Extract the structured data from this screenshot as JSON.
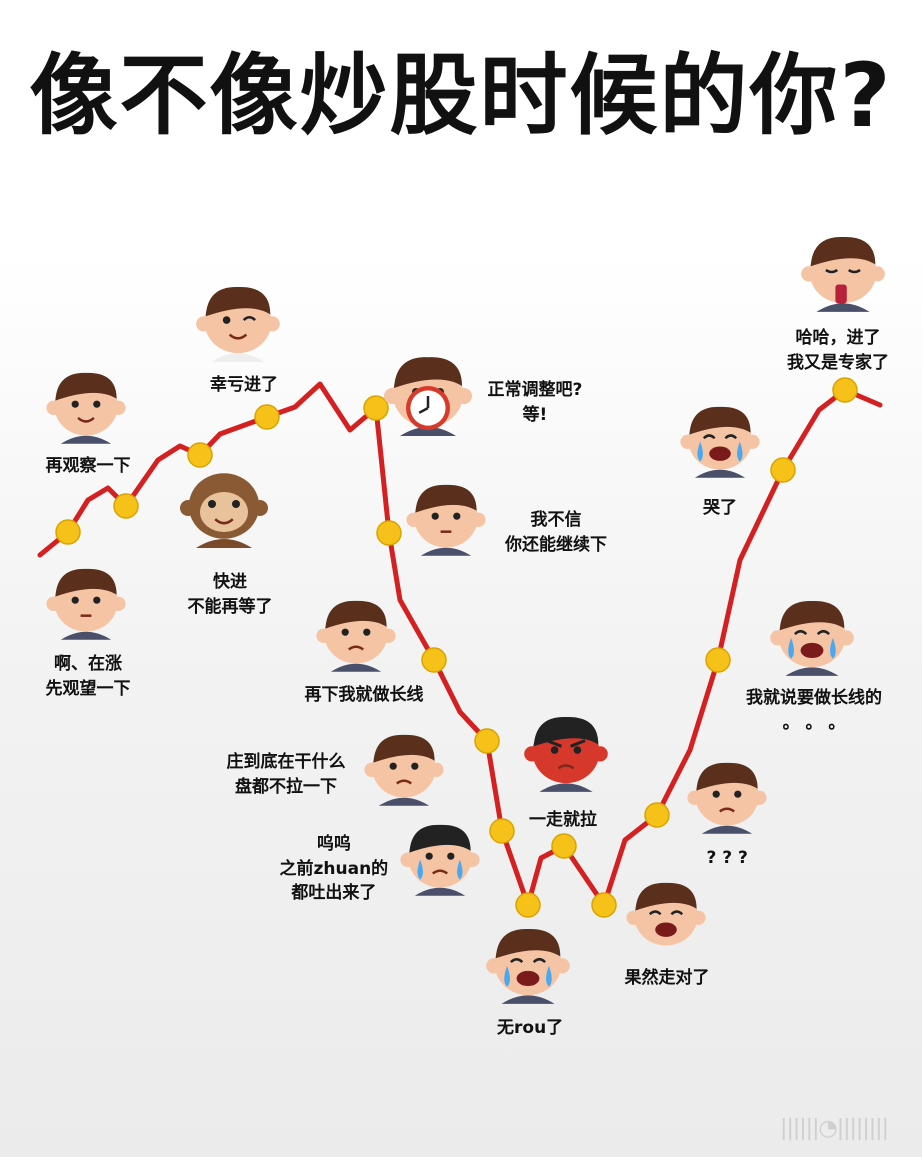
{
  "title": "像不像炒股时候的你?",
  "colors": {
    "line": "#d42020",
    "dot": "#f6c21a",
    "dot_stroke": "#d9a400",
    "skin": "#f4c4a4",
    "hair": "#5a2f1c",
    "shirt": "#4a4f6a"
  },
  "captions": [
    {
      "id": "c1",
      "lines": [
        "啊、在涨",
        "先观望一下"
      ]
    },
    {
      "id": "c2",
      "lines": [
        "再观察一下"
      ]
    },
    {
      "id": "c3",
      "lines": [
        "快进",
        "不能再等了"
      ]
    },
    {
      "id": "c4",
      "lines": [
        "幸亏进了"
      ]
    },
    {
      "id": "c5",
      "lines": [
        "正常调整吧?",
        "等!"
      ]
    },
    {
      "id": "c6",
      "lines": [
        "我不信",
        "你还能继续下"
      ]
    },
    {
      "id": "c7",
      "lines": [
        "再下我就做长线"
      ]
    },
    {
      "id": "c8",
      "lines": [
        "庄到底在干什么",
        "盘都不拉一下"
      ]
    },
    {
      "id": "c9",
      "lines": [
        "呜呜",
        "之前zhuan的",
        "都吐出来了"
      ]
    },
    {
      "id": "c10",
      "lines": [
        "一走就拉"
      ]
    },
    {
      "id": "c11",
      "lines": [
        "无rou了"
      ]
    },
    {
      "id": "c12",
      "lines": [
        "果然走对了"
      ]
    },
    {
      "id": "c13",
      "lines": [
        "? ? ?"
      ]
    },
    {
      "id": "c14",
      "lines": [
        "我就说要做长线的",
        "。 。 。"
      ]
    },
    {
      "id": "c15",
      "lines": [
        "哭了"
      ]
    },
    {
      "id": "c16",
      "lines": [
        "哈哈，进了",
        "我又是专家了"
      ]
    }
  ],
  "faces": [
    {
      "id": "f1",
      "icon": "calm-boy-face-icon",
      "mood": "neutral"
    },
    {
      "id": "f2",
      "icon": "smiling-boy-face-icon",
      "mood": "smile"
    },
    {
      "id": "f3",
      "icon": "praying-monkey-icon",
      "mood": "monkey"
    },
    {
      "id": "f4",
      "icon": "cheering-boy-face-icon",
      "mood": "wink"
    },
    {
      "id": "f5",
      "icon": "alarm-clock-boy-icon",
      "mood": "clock"
    },
    {
      "id": "f6",
      "icon": "skeptical-boy-face-icon",
      "mood": "neutral"
    },
    {
      "id": "f7",
      "icon": "pensive-boy-face-icon",
      "mood": "sad"
    },
    {
      "id": "f8",
      "icon": "worried-boy-face-icon",
      "mood": "sad"
    },
    {
      "id": "f9",
      "icon": "teary-girl-face-icon",
      "mood": "tear"
    },
    {
      "id": "f10",
      "icon": "angry-red-boy-icon",
      "mood": "angry"
    },
    {
      "id": "f11",
      "icon": "wailing-boy-face-icon",
      "mood": "cry"
    },
    {
      "id": "f12",
      "icon": "laughing-boy-face-icon",
      "mood": "laugh"
    },
    {
      "id": "f13",
      "icon": "confused-boy-face-icon",
      "mood": "sad"
    },
    {
      "id": "f14",
      "icon": "sobbing-boy-face-icon",
      "mood": "cry"
    },
    {
      "id": "f15",
      "icon": "crying-boy-face-icon",
      "mood": "cry"
    },
    {
      "id": "f16",
      "icon": "wine-drinking-boy-icon",
      "mood": "wine"
    }
  ],
  "watermark": "||||||◔||||||||"
}
